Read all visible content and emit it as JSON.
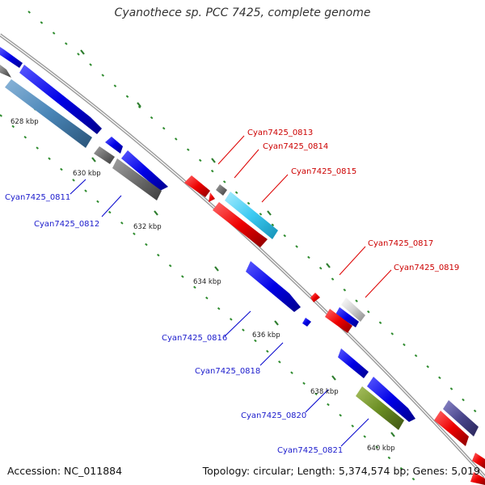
{
  "title": "Cyanothece sp. PCC 7425, complete genome",
  "footer": {
    "accession": "Accession: NC_011884",
    "summary": "Topology: circular; Length: 5,374,574 bp; Genes: 5,019"
  },
  "colors": {
    "backbone": "#8c8c8c",
    "tick": "#2e8b2e",
    "forward_blue": "#0000ee",
    "reverse_red": "#ee0000",
    "label_blue": "#1a1acc",
    "label_red": "#cc0000"
  },
  "tick_labels": [
    "628 kbp",
    "630 kbp",
    "632 kbp",
    "634 kbp",
    "636 kbp",
    "638 kbp",
    "640 kbp"
  ],
  "gene_labels": {
    "left": [
      "Cyan7425_0811",
      "Cyan7425_0812",
      "Cyan7425_0816",
      "Cyan7425_0818",
      "Cyan7425_0820",
      "Cyan7425_0821"
    ],
    "right": [
      "Cyan7425_0813",
      "Cyan7425_0814",
      "Cyan7425_0815",
      "Cyan7425_0817",
      "Cyan7425_0819"
    ]
  }
}
